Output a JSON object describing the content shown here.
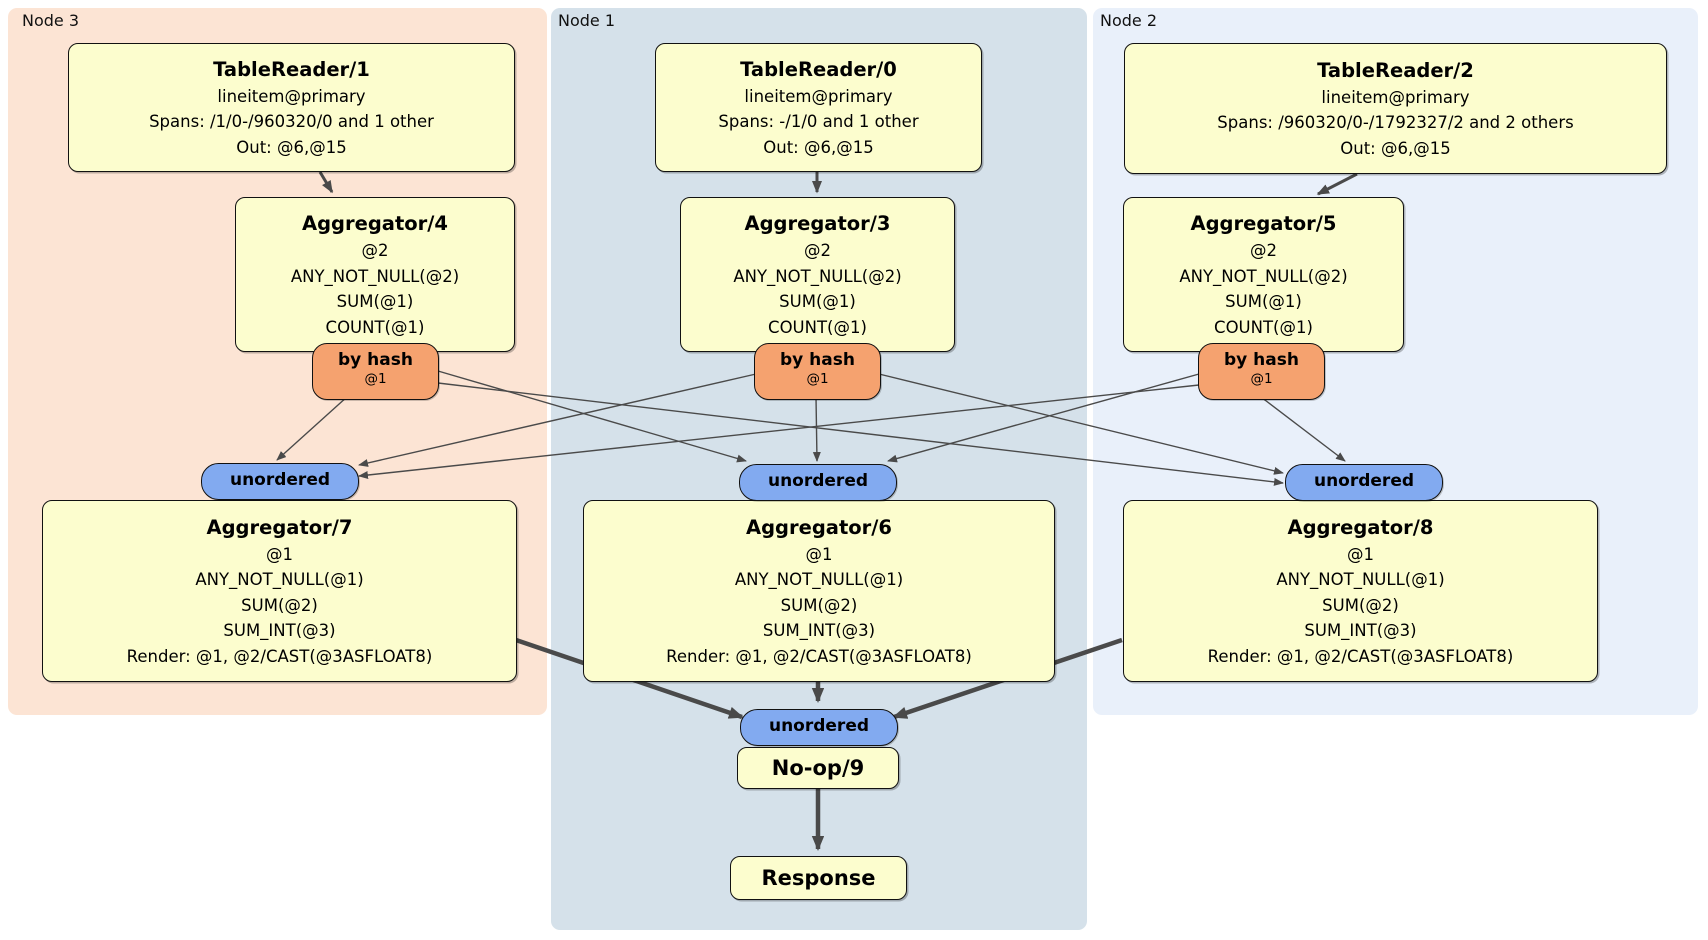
{
  "colors": {
    "node3_region_bg": "#fce4d4",
    "node1_region_bg": "#d5e1ea",
    "node2_region_bg": "#e9f0fa",
    "box_fill": "#fcfdce",
    "box_border": "#111111",
    "by_hash_badge_bg": "#f5a26f",
    "unordered_badge_bg": "#82aaf0",
    "edge_color": "#4a4a4a"
  },
  "regions": {
    "node3": {
      "label": "Node 3",
      "table_reader": {
        "title": "TableReader/1",
        "lines": [
          "lineitem@primary",
          "Spans: /1/0-/960320/0 and 1 other",
          "Out: @6,@15"
        ]
      },
      "aggregator_top": {
        "title": "Aggregator/4",
        "lines": [
          "@2",
          "ANY_NOT_NULL(@2)",
          "SUM(@1)",
          "COUNT(@1)"
        ]
      },
      "by_hash_badge": {
        "label": "by hash",
        "columns": "@1"
      },
      "unordered_badge": {
        "label": "unordered"
      },
      "aggregator_bottom": {
        "title": "Aggregator/7",
        "lines": [
          "@1",
          "ANY_NOT_NULL(@1)",
          "SUM(@2)",
          "SUM_INT(@3)",
          "Render: @1, @2/CAST(@3ASFLOAT8)"
        ]
      }
    },
    "node1": {
      "label": "Node 1",
      "table_reader": {
        "title": "TableReader/0",
        "lines": [
          "lineitem@primary",
          "Spans: -/1/0 and 1 other",
          "Out: @6,@15"
        ]
      },
      "aggregator_top": {
        "title": "Aggregator/3",
        "lines": [
          "@2",
          "ANY_NOT_NULL(@2)",
          "SUM(@1)",
          "COUNT(@1)"
        ]
      },
      "by_hash_badge": {
        "label": "by hash",
        "columns": "@1"
      },
      "unordered_badge": {
        "label": "unordered"
      },
      "aggregator_bottom": {
        "title": "Aggregator/6",
        "lines": [
          "@1",
          "ANY_NOT_NULL(@1)",
          "SUM(@2)",
          "SUM_INT(@3)",
          "Render: @1, @2/CAST(@3ASFLOAT8)"
        ]
      }
    },
    "node2": {
      "label": "Node 2",
      "table_reader": {
        "title": "TableReader/2",
        "lines": [
          "lineitem@primary",
          "Spans: /960320/0-/1792327/2 and 2 others",
          "Out: @6,@15"
        ]
      },
      "aggregator_top": {
        "title": "Aggregator/5",
        "lines": [
          "@2",
          "ANY_NOT_NULL(@2)",
          "SUM(@1)",
          "COUNT(@1)"
        ]
      },
      "by_hash_badge": {
        "label": "by hash",
        "columns": "@1"
      },
      "unordered_badge": {
        "label": "unordered"
      },
      "aggregator_bottom": {
        "title": "Aggregator/8",
        "lines": [
          "@1",
          "ANY_NOT_NULL(@1)",
          "SUM(@2)",
          "SUM_INT(@3)",
          "Render: @1, @2/CAST(@3ASFLOAT8)"
        ]
      }
    }
  },
  "sink": {
    "unordered_badge": {
      "label": "unordered"
    },
    "noop": {
      "title": "No-op/9"
    },
    "response": {
      "title": "Response"
    }
  }
}
